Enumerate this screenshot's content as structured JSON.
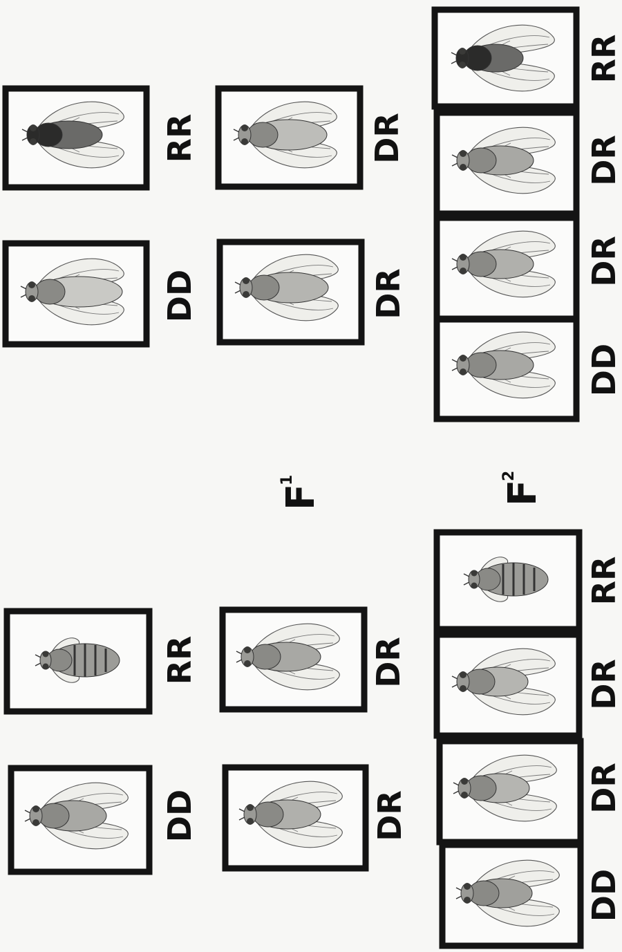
{
  "generation_labels": {
    "f1": {
      "letter": "F",
      "subscript": "1"
    },
    "f2": {
      "letter": "F",
      "subscript": "2"
    }
  },
  "panels": [
    {
      "id": "right-parent-dd",
      "genotype": "DD",
      "body": "grey",
      "wings": "long"
    },
    {
      "id": "right-parent-rr",
      "genotype": "RR",
      "body": "dark",
      "wings": "long"
    },
    {
      "id": "right-f1-dr-a",
      "genotype": "DR",
      "body": "grey",
      "wings": "long"
    },
    {
      "id": "right-f1-dr-b",
      "genotype": "DR",
      "body": "grey",
      "wings": "long"
    },
    {
      "id": "right-f2-dd",
      "genotype": "DD",
      "body": "grey",
      "wings": "long"
    },
    {
      "id": "right-f2-dr-a",
      "genotype": "DR",
      "body": "grey",
      "wings": "long"
    },
    {
      "id": "right-f2-dr-b",
      "genotype": "DR",
      "body": "grey",
      "wings": "long"
    },
    {
      "id": "right-f2-rr",
      "genotype": "RR",
      "body": "dark",
      "wings": "long"
    },
    {
      "id": "left-parent-dd",
      "genotype": "DD",
      "body": "grey",
      "wings": "long"
    },
    {
      "id": "left-parent-rr",
      "genotype": "RR",
      "body": "banded",
      "wings": "vestigial"
    },
    {
      "id": "left-f1-dr-a",
      "genotype": "DR",
      "body": "grey",
      "wings": "long"
    },
    {
      "id": "left-f1-dr-b",
      "genotype": "DR",
      "body": "grey",
      "wings": "long"
    },
    {
      "id": "left-f2-dd",
      "genotype": "DD",
      "body": "grey",
      "wings": "long"
    },
    {
      "id": "left-f2-dr-a",
      "genotype": "DR",
      "body": "grey",
      "wings": "long"
    },
    {
      "id": "left-f2-dr-b",
      "genotype": "DR",
      "body": "grey",
      "wings": "long"
    },
    {
      "id": "left-f2-rr",
      "genotype": "RR",
      "body": "banded",
      "wings": "vestigial"
    }
  ],
  "colors": {
    "frame": "#141414",
    "background": "#f7f7f5",
    "grey_body": "#9c9c98",
    "dark_body": "#2b2b2a"
  }
}
